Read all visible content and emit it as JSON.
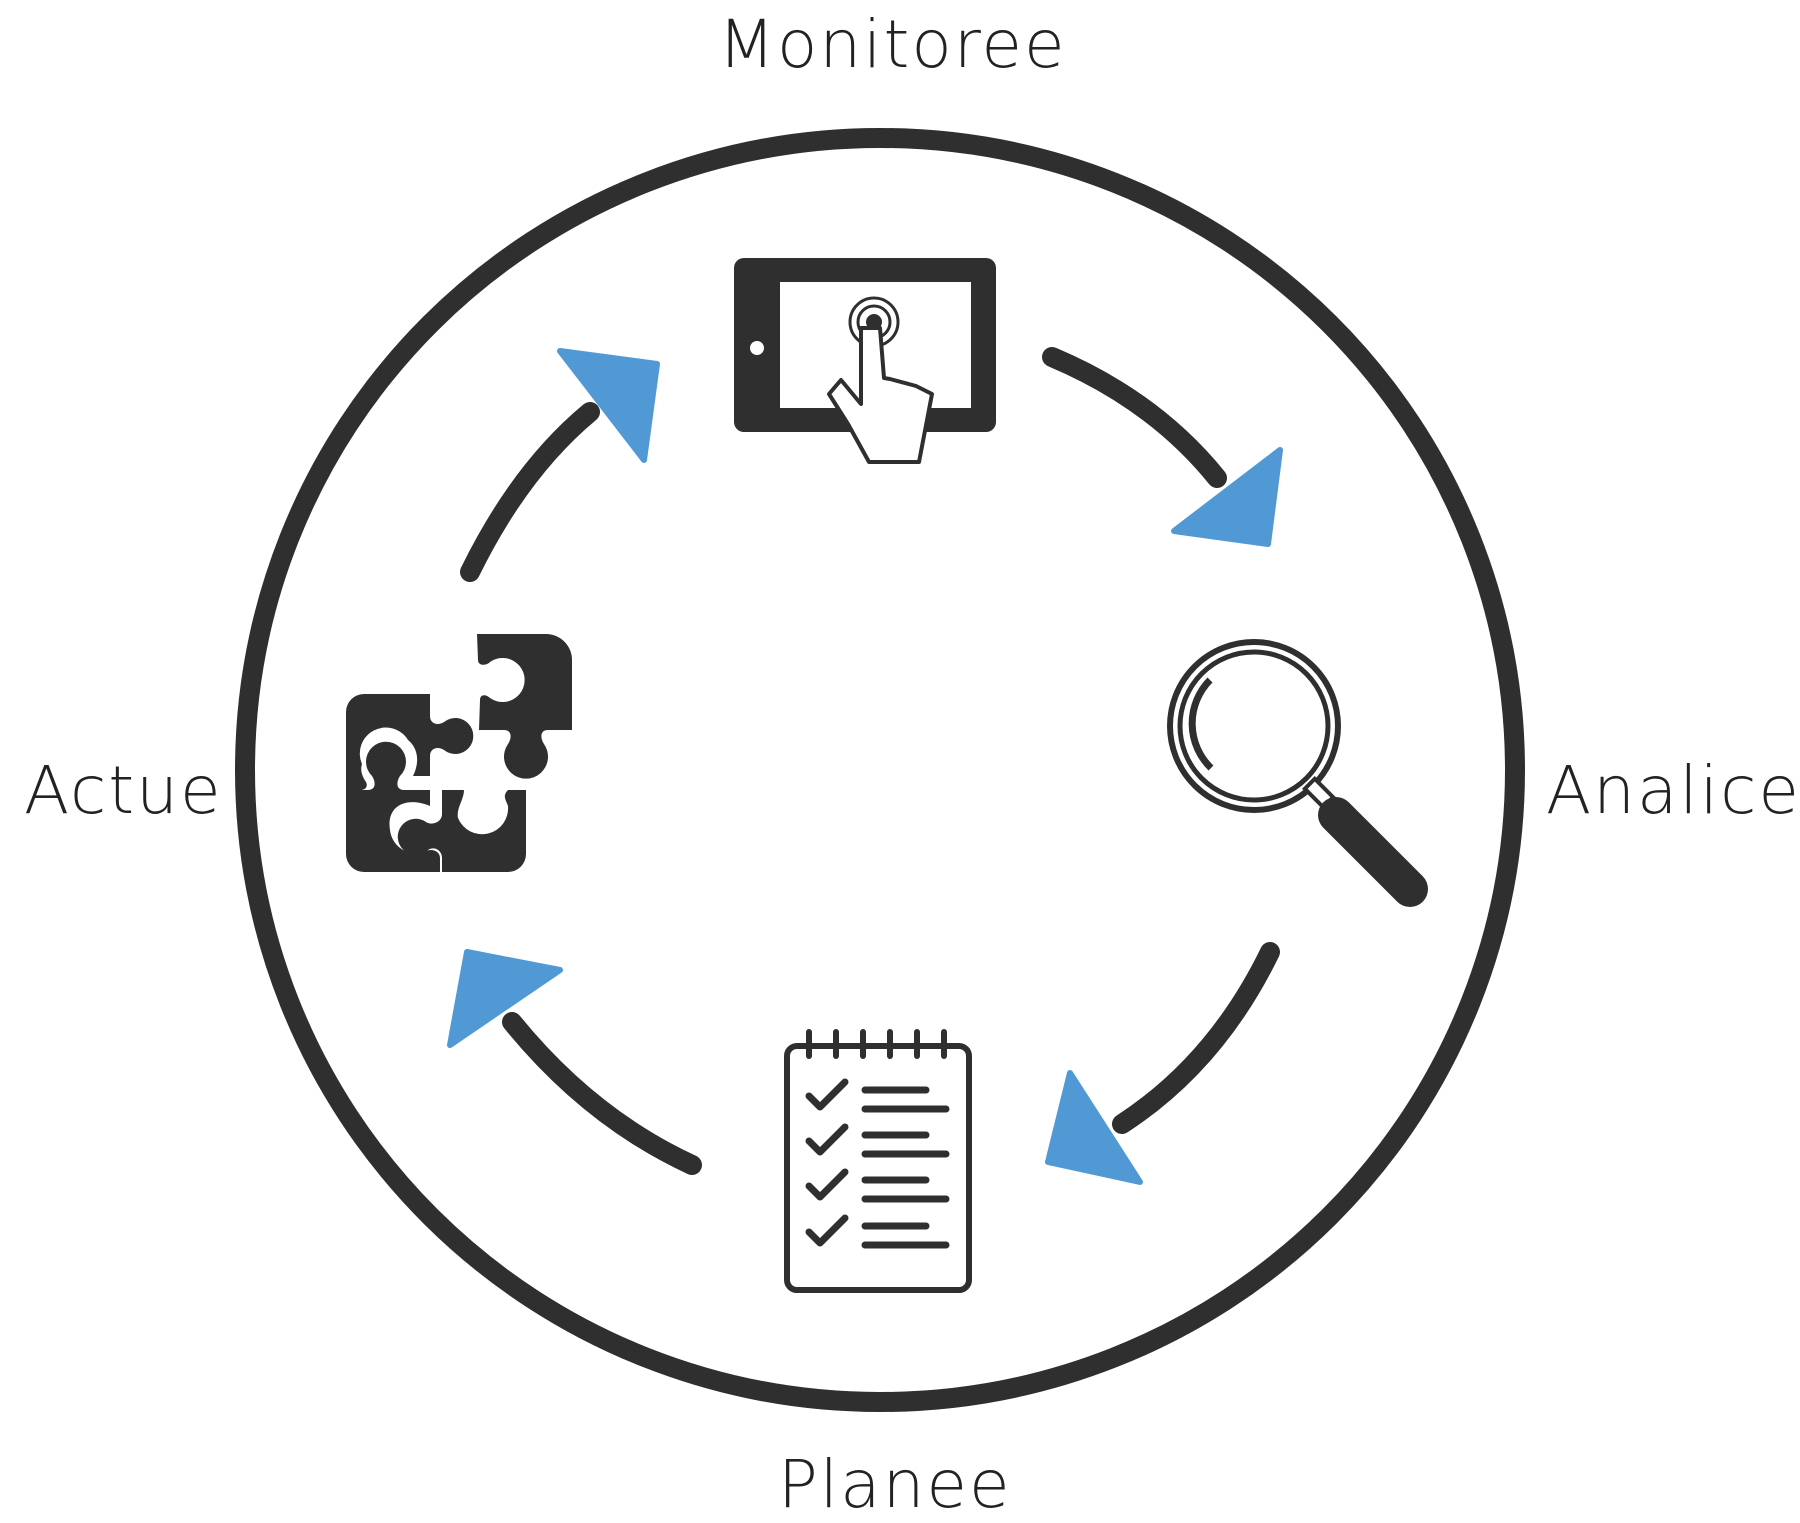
{
  "stages": {
    "monitor": "Monitoree",
    "analyze": "Analice",
    "plan": "Planee",
    "act": "Actue"
  },
  "icons": {
    "monitor": "tablet-touch-icon",
    "analyze": "magnifying-glass-icon",
    "plan": "checklist-notepad-icon",
    "act": "puzzle-pieces-icon"
  },
  "colors": {
    "stroke": "#2f2f2f",
    "arrow_head": "#5199d4",
    "background": "#ffffff"
  }
}
